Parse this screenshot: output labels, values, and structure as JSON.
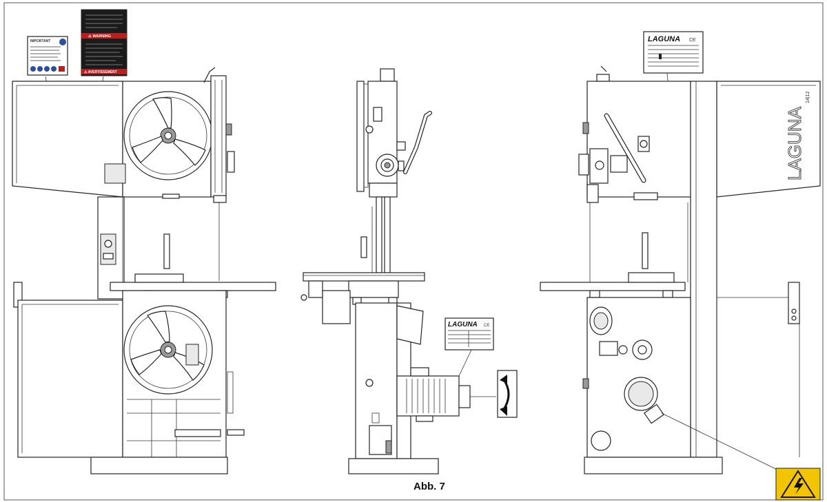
{
  "figure": {
    "caption": "Abb. 7",
    "brand": "LAGUNA",
    "ce_mark": "CE",
    "side_logo": "LAGUNA",
    "side_logo_sub": "14|12"
  },
  "labels": {
    "important_title": "IMPORTANT",
    "warning_title": "⚠ WARNING",
    "warning_footer": "⚠ AVERTISSEMENT"
  },
  "colors": {
    "warning_label": "#b8201f",
    "electric_sign": "#f2c500",
    "info_blue": "#2a4ea0"
  },
  "icons": [
    "important-label-icon",
    "warning-label-icon",
    "rating-plate-icon",
    "rotation-arrow-icon",
    "electric-hazard-icon"
  ]
}
